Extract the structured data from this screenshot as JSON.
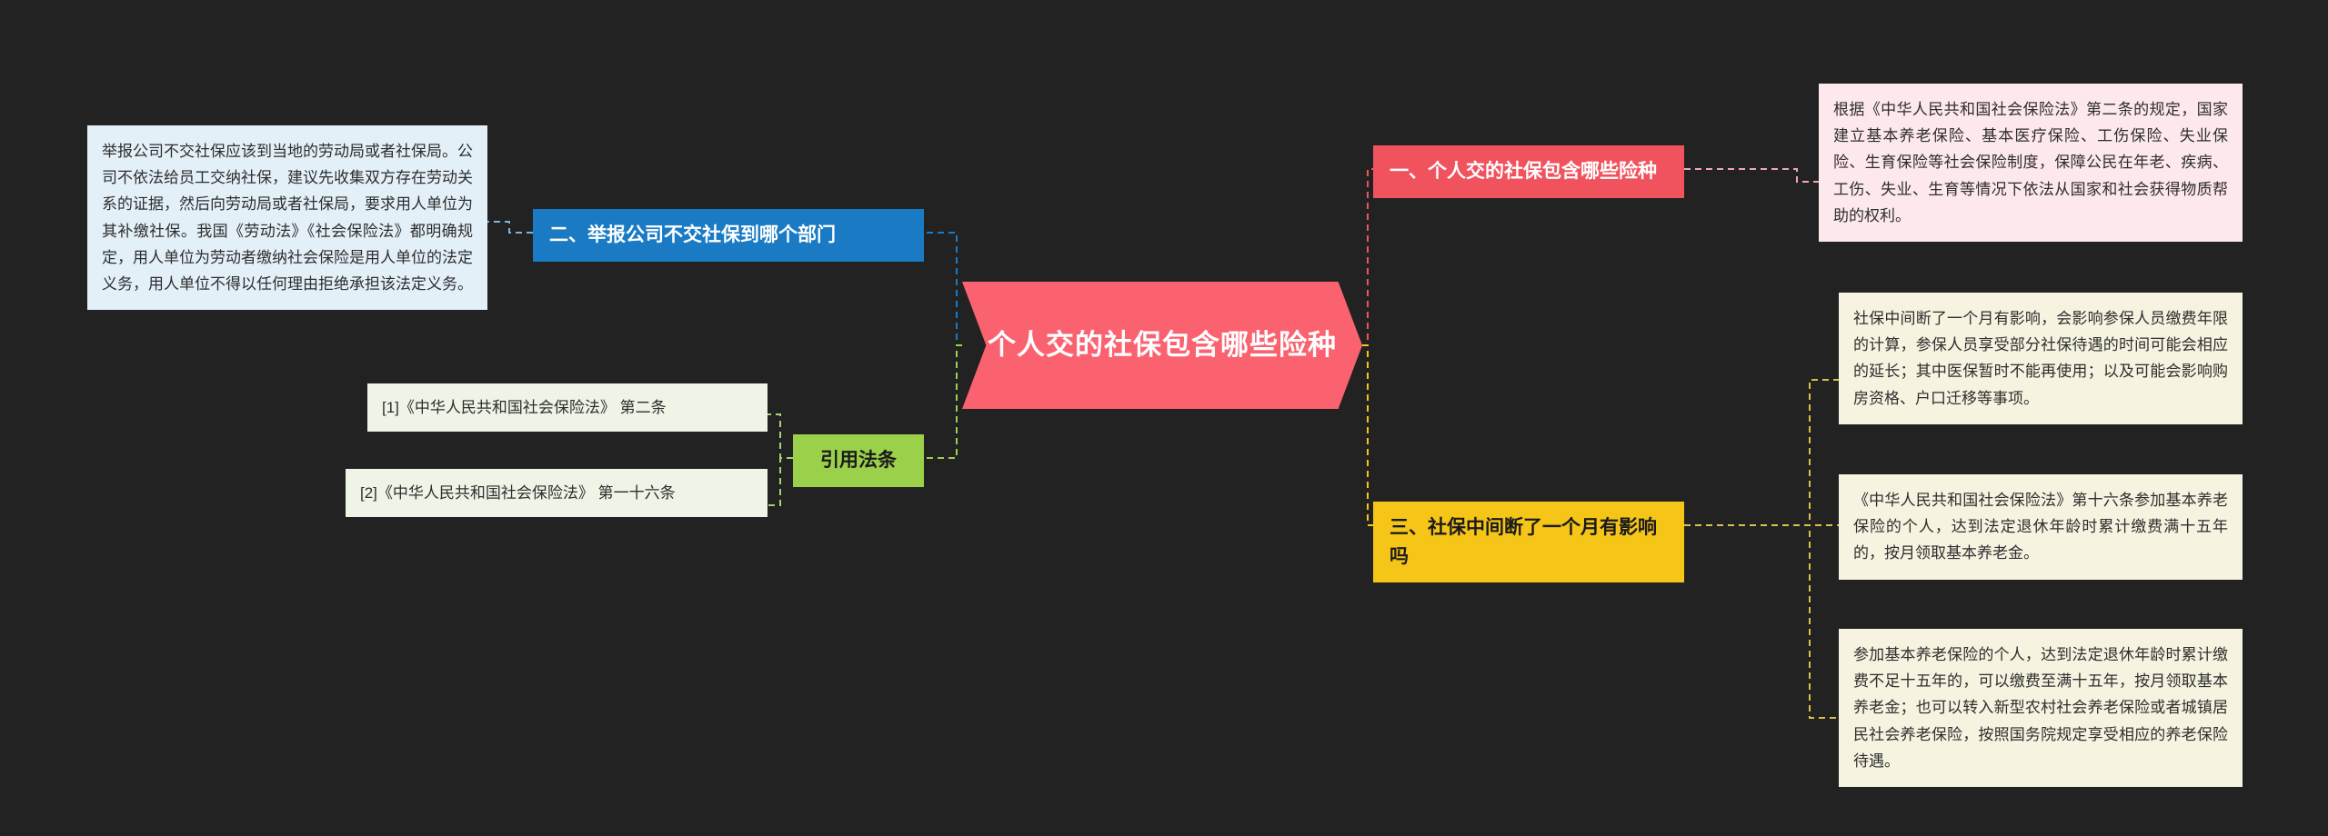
{
  "diagram": {
    "type": "mindmap",
    "background_color": "#222222",
    "central_topic": {
      "label": "个人交的社保包含哪些险种",
      "color": "#fb6270",
      "text_color": "#ffffff"
    },
    "branches": [
      {
        "id": "branch-1",
        "label": "一、个人交的社保包含哪些险种",
        "color": "#f0535e",
        "side": "right",
        "children": [
          {
            "id": "note-1",
            "label": "根据《中华人民共和国社会保险法》第二条的规定，国家建立基本养老保险、基本医疗保险、工伤保险、失业保险、生育保险等社会保险制度，保障公民在年老、疾病、工伤、失业、生育等情况下依法从国家和社会获得物质帮助的权利。",
            "color": "#fde8ec"
          }
        ]
      },
      {
        "id": "branch-2",
        "label": "二、举报公司不交社保到哪个部门",
        "color": "#1a7bc4",
        "side": "left",
        "children": [
          {
            "id": "note-2",
            "label": "举报公司不交社保应该到当地的劳动局或者社保局。公司不依法给员工交纳社保，建议先收集双方存在劳动关系的证据，然后向劳动局或者社保局，要求用人单位为其补缴社保。我国《劳动法》《社会保险法》都明确规定，用人单位为劳动者缴纳社会保险是用人单位的法定义务，用人单位不得以任何理由拒绝承担该法定义务。",
            "color": "#e3f0f8"
          }
        ]
      },
      {
        "id": "branch-3",
        "label": "三、社保中间断了一个月有影响吗",
        "color": "#f5c518",
        "side": "right",
        "children": [
          {
            "id": "note-3",
            "label": "社保中间断了一个月有影响，会影响参保人员缴费年限的计算，参保人员享受部分社保待遇的时间可能会相应的延长；其中医保暂时不能再使用；以及可能会影响购房资格、户口迁移等事项。",
            "color": "#f6f3e0"
          },
          {
            "id": "note-4",
            "label": "《中华人民共和国社会保险法》第十六条参加基本养老保险的个人，达到法定退休年龄时累计缴费满十五年的，按月领取基本养老金。",
            "color": "#f6f3e0"
          },
          {
            "id": "note-5",
            "label": "参加基本养老保险的个人，达到法定退休年龄时累计缴费不足十五年的，可以缴费至满十五年，按月领取基本养老金；也可以转入新型农村社会养老保险或者城镇居民社会养老保险，按照国务院规定享受相应的养老保险待遇。",
            "color": "#f6f3e0"
          }
        ]
      },
      {
        "id": "branch-4",
        "label": "引用法条",
        "color": "#9ad04a",
        "side": "left",
        "children": [
          {
            "id": "note-6",
            "label": "[1]《中华人民共和国社会保险法》 第二条",
            "color": "#eef5e6"
          },
          {
            "id": "note-7",
            "label": "[2]《中华人民共和国社会保险法》 第一十六条",
            "color": "#eef5e6"
          }
        ]
      }
    ]
  }
}
